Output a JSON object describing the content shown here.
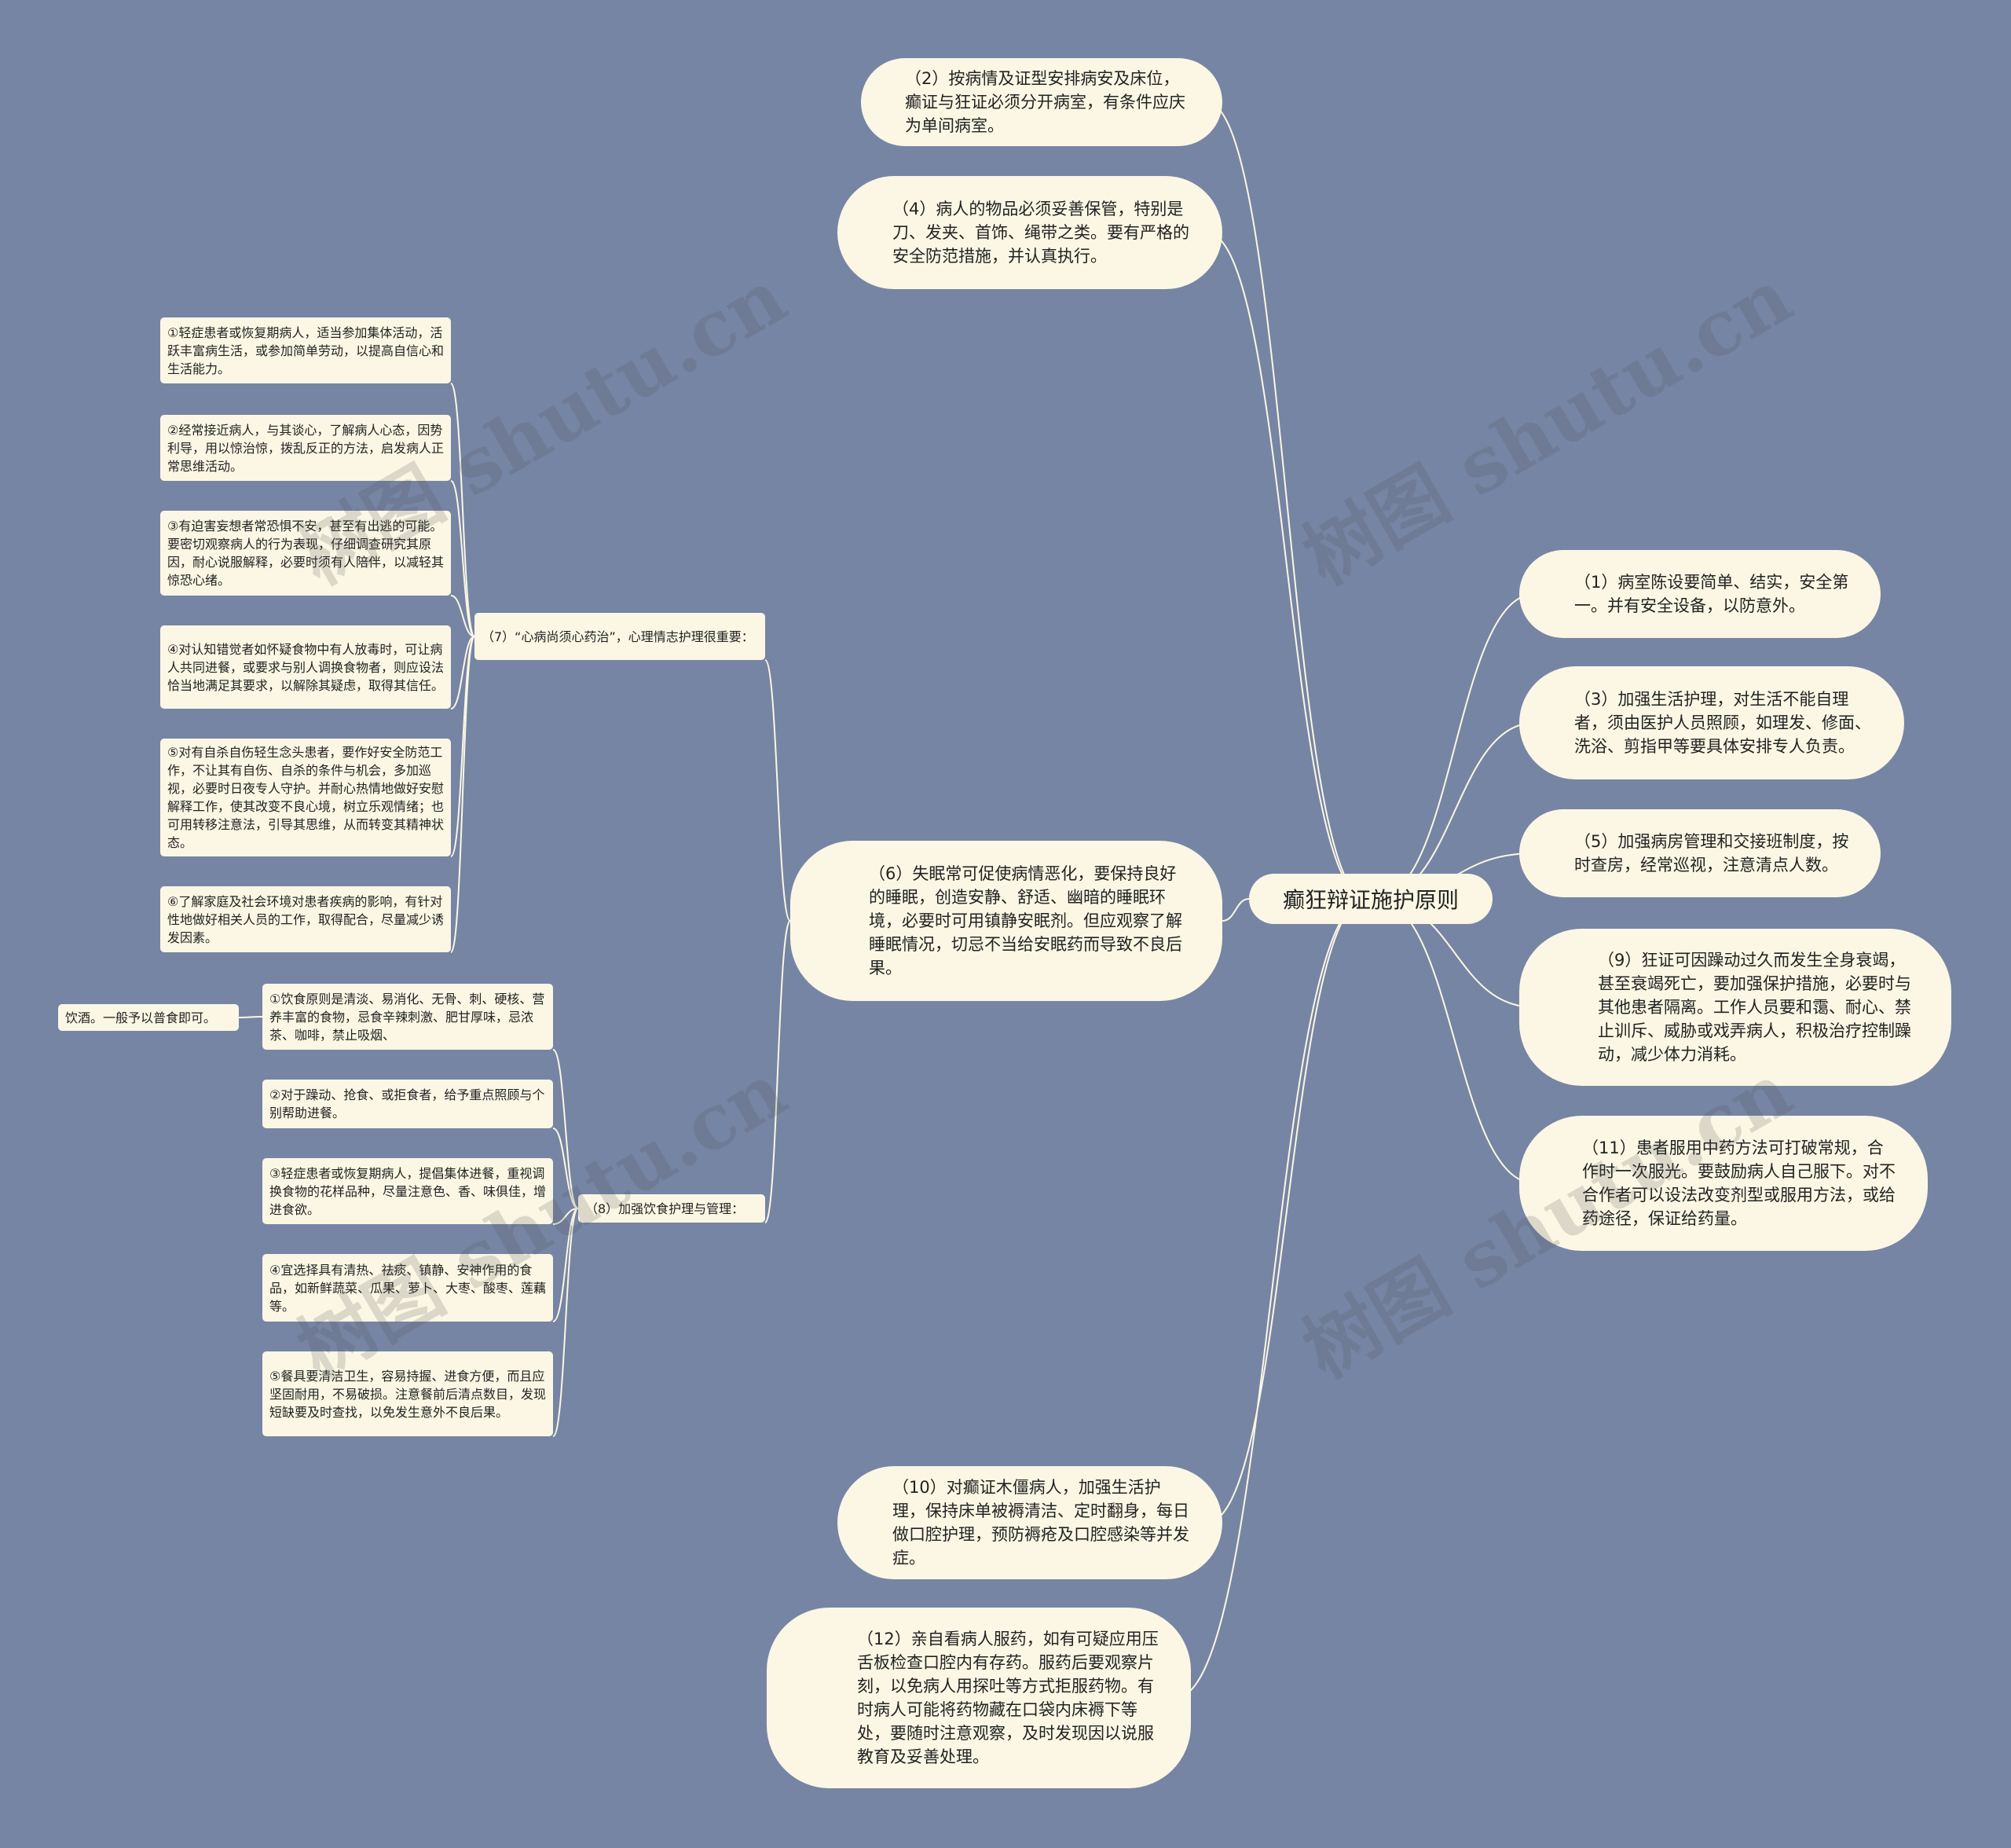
{
  "root": {
    "label": "癫狂辩证施护原则"
  },
  "right_nodes": [
    {
      "id": "n1",
      "text": "（1）病室陈设要简单、结实，安全第一。并有安全设备，以防意外。"
    },
    {
      "id": "n3",
      "text": "（3）加强生活护理，对生活不能自理者，须由医护人员照顾，如理发、修面、洗浴、剪指甲等要具体安排专人负责。"
    },
    {
      "id": "n5",
      "text": "（5）加强病房管理和交接班制度，按时查房，经常巡视，注意清点人数。"
    },
    {
      "id": "n9",
      "text": "（9）狂证可因躁动过久而发生全身衰竭，甚至衰竭死亡，要加强保护措施，必要时与其他患者隔离。工作人员要和霭、耐心、禁止训斥、威胁或戏弄病人，积极治疗控制躁动，减少体力消耗。"
    },
    {
      "id": "n11",
      "text": "（11）患者服用中药方法可打破常规，合作时一次服光。要鼓励病人自己服下。对不合作者可以设法改变剂型或服用方法，或给药途径，保证给药量。"
    }
  ],
  "left_nodes": [
    {
      "id": "n2",
      "text": "（2）按病情及证型安排病安及床位，癫证与狂证必须分开病室，有条件应庆为单间病室。"
    },
    {
      "id": "n4",
      "text": "（4）病人的物品必须妥善保管，特别是刀、发夹、首饰、绳带之类。要有严格的安全防范措施，并认真执行。"
    },
    {
      "id": "n6",
      "text": "（6）失眠常可促使病情恶化，要保持良好的睡眠，创造安静、舒适、幽暗的睡眠环境，必要时可用镇静安眠剂。但应观察了解睡眠情况，切忌不当给安眠药而导致不良后果。"
    },
    {
      "id": "n10",
      "text": "（10）对癫证木僵病人，加强生活护理，保持床单被褥清洁、定时翻身，每日做口腔护理，预防褥疮及口腔感染等并发症。"
    },
    {
      "id": "n12",
      "text": "（12）亲自看病人服药，如有可疑应用压舌板检查口腔内有存药。服药后要观察片刻，以免病人用探吐等方式拒服药物。有时病人可能将药物藏在口袋内床褥下等处，要随时注意观察，及时发现因以说服教育及妥善处理。"
    }
  ],
  "group7": {
    "text": "（7）“心病尚须心药治”，心理情志护理很重要：",
    "children": [
      "①轻症患者或恢复期病人，适当参加集体活动，活跃丰富病生活，或参加简单劳动，以提高自信心和生活能力。",
      "②经常接近病人，与其谈心，了解病人心态，因势利导，用以惊治惊，拨乱反正的方法，启发病人正常思维活动。",
      "③有迫害妄想者常恐惧不安，甚至有出逃的可能。要密切观察病人的行为表现，仔细调查研究其原因，耐心说服解释，必要时须有人陪伴，以减轻其惊恐心绪。",
      "④对认知错觉者如怀疑食物中有人放毒时，可让病人共同进餐，或要求与别人调换食物者，则应设法恰当地满足其要求，以解除其疑虑，取得其信任。",
      "⑤对有自杀自伤轻生念头患者，要作好安全防范工作，不让其有自伤、自杀的条件与机会，多加巡视，必要时日夜专人守护。并耐心热情地做好安慰解释工作，使其改变不良心境，树立乐观情绪；也可用转移注意法，引导其思维，从而转变其精神状态。",
      "⑥了解家庭及社会环境对患者疾病的影响，有针对性地做好相关人员的工作，取得配合，尽量减少诱发因素。"
    ]
  },
  "group8": {
    "text": "（8）加强饮食护理与管理：",
    "children": [
      "①饮食原则是清淡、易消化、无骨、刺、硬核、营养丰富的食物，忌食辛辣刺激、肥甘厚味，忌浓茶、咖啡，禁止吸烟、",
      "②对于躁动、抢食、或拒食者，给予重点照顾与个别帮助进餐。",
      "③轻症患者或恢复期病人，提倡集体进餐，重视调换食物的花样品种，尽量注意色、香、味俱佳，增进食欲。",
      "④宜选择具有清热、祛痰、镇静、安神作用的食品，如新鲜蔬菜、瓜果、萝卜、大枣、酸枣、莲藕等。",
      "⑤餐具要清洁卫生，容易持握、进食方便，而且应坚固耐用，不易破损。注意餐前后清点数目，发现短缺要及时查找，以免发生意外不良后果。"
    ],
    "sub_leaf": "饮酒。一般予以普食即可。"
  },
  "watermark": "树图 shutu.cn",
  "colors": {
    "background": "#7785a4",
    "node_fill": "#fbf7e4",
    "line": "#fbf7e4"
  }
}
